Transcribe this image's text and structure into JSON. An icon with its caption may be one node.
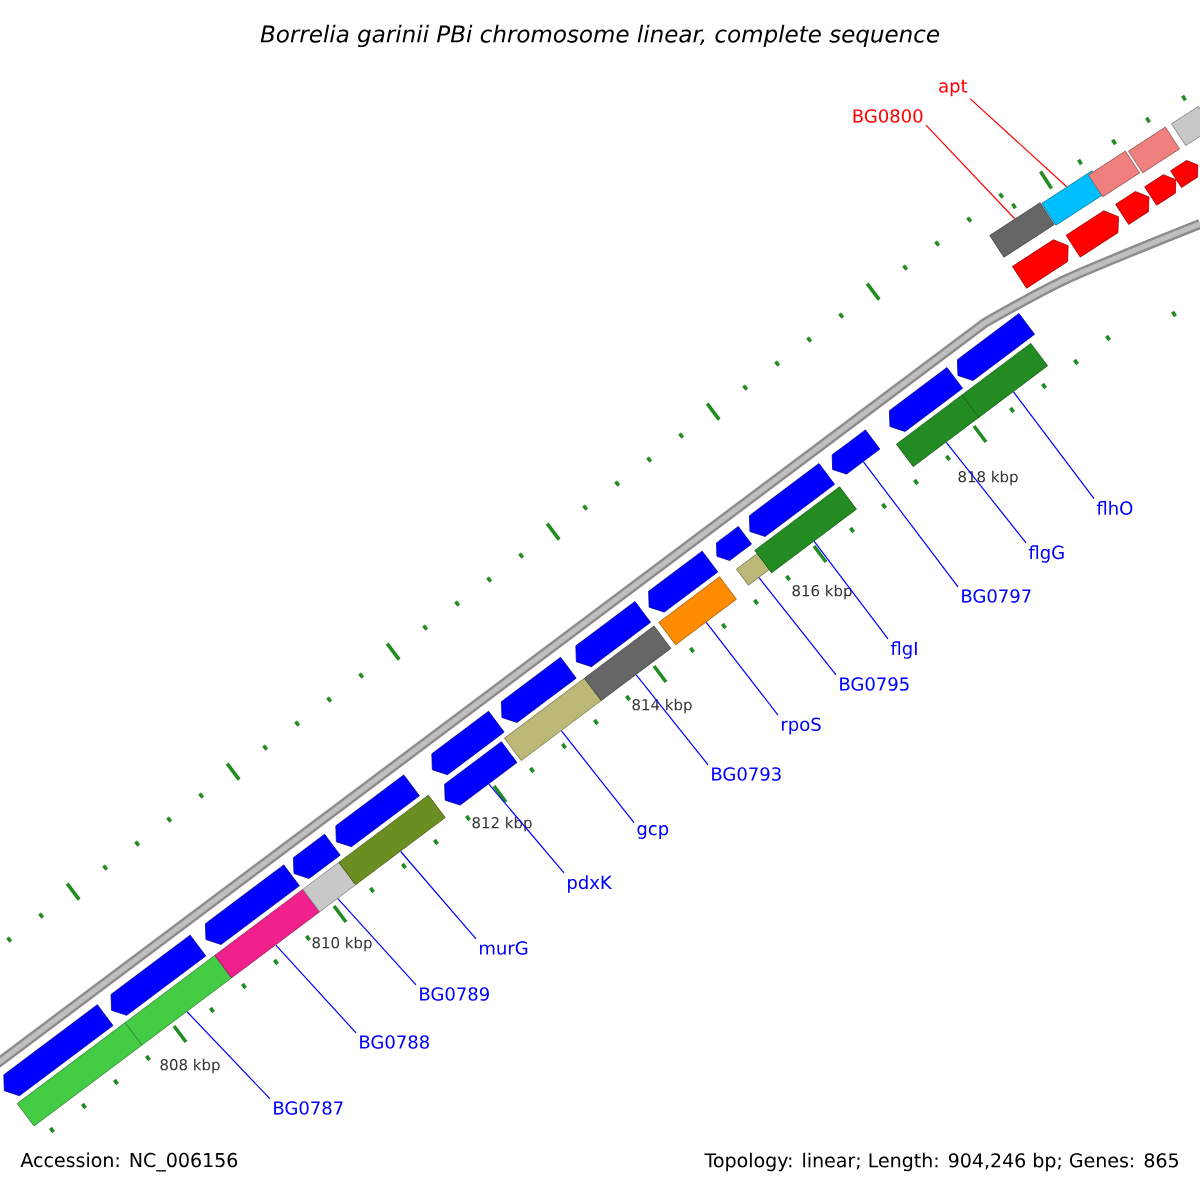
{
  "diagram": {
    "title": "Borrelia garinii PBi chromosome linear, complete sequence",
    "nodes": [
      {
        "text": [
          "apt"
        ]
      },
      {
        "text": [
          "BG0800"
        ]
      },
      {
        "text": [
          "flhO"
        ]
      },
      {
        "text": [
          "flgG"
        ]
      },
      {
        "text": [
          "BG0797"
        ]
      },
      {
        "text": [
          "flgI"
        ]
      },
      {
        "text": [
          "BG0795"
        ]
      },
      {
        "text": [
          "rpoS"
        ]
      },
      {
        "text": [
          "BG0793"
        ]
      },
      {
        "text": [
          "gcp"
        ]
      },
      {
        "text": [
          "pdxK"
        ]
      },
      {
        "text": [
          "murG"
        ]
      },
      {
        "text": [
          "BG0789"
        ]
      },
      {
        "text": [
          "BG0788"
        ]
      },
      {
        "text": [
          "BG0787"
        ]
      },
      {
        "text": [],
        "shape": "bar"
      },
      {
        "text": [],
        "shape": "arrow"
      },
      {
        "text": [],
        "shape": "bar"
      },
      {
        "text": [],
        "shape": "arrow"
      },
      {
        "text": [],
        "shape": "bar"
      },
      {
        "text": [],
        "shape": "arrow"
      },
      {
        "text": [],
        "shape": "bar"
      },
      {
        "text": [],
        "shape": "arrow"
      },
      {
        "text": [],
        "shape": "bar"
      },
      {
        "text": [],
        "shape": "arrow"
      },
      {
        "text": [],
        "shape": "arrow"
      },
      {
        "text": [],
        "shape": "arrow"
      },
      {
        "text": [],
        "shape": "bar"
      },
      {
        "text": [],
        "shape": "arrow"
      },
      {
        "text": [],
        "shape": "bar"
      },
      {
        "text": [],
        "shape": "arrow"
      },
      {
        "text": [],
        "shape": "bar"
      },
      {
        "text": [],
        "shape": "arrow"
      },
      {
        "text": [],
        "shape": "arrow"
      },
      {
        "text": [],
        "shape": "bar"
      },
      {
        "text": [],
        "shape": "bar"
      },
      {
        "text": [],
        "shape": "arrow"
      },
      {
        "text": [],
        "shape": "arrow"
      },
      {
        "text": [],
        "shape": "bar"
      },
      {
        "text": [],
        "shape": "arrow"
      },
      {
        "text": [],
        "shape": "bar"
      },
      {
        "text": [],
        "shape": "arrow"
      },
      {
        "text": [],
        "shape": "bar"
      },
      {
        "text": [],
        "shape": "arrow"
      },
      {
        "text": [],
        "shape": "bar"
      },
      {
        "text": [],
        "shape": "arrow"
      },
      {
        "text": [],
        "shape": "bar"
      },
      {
        "text": [],
        "shape": "arrow"
      },
      {
        "text": [],
        "shape": "bar"
      },
      {
        "text": [],
        "shape": "arrow"
      },
      {
        "text": [],
        "shape": "arrow"
      },
      {
        "text": [],
        "shape": "bar"
      }
    ],
    "edges": [
      {
        "from": 0,
        "to": 44,
        "arrow": "none",
        "color": "#ff0000"
      },
      {
        "from": 1,
        "to": 42,
        "arrow": "none",
        "color": "#ff0000"
      },
      {
        "from": 2,
        "to": 40,
        "arrow": "none"
      },
      {
        "from": 3,
        "to": 38,
        "arrow": "none"
      },
      {
        "from": 4,
        "to": 37,
        "arrow": "none"
      },
      {
        "from": 5,
        "to": 35,
        "arrow": "none"
      },
      {
        "from": 6,
        "to": 34,
        "arrow": "none"
      },
      {
        "from": 7,
        "to": 31,
        "arrow": "none"
      },
      {
        "from": 8,
        "to": 29,
        "arrow": "none"
      },
      {
        "from": 9,
        "to": 27,
        "arrow": "none"
      },
      {
        "from": 10,
        "to": 25,
        "arrow": "none"
      },
      {
        "from": 11,
        "to": 23,
        "arrow": "none"
      },
      {
        "from": 12,
        "to": 21,
        "arrow": "none"
      },
      {
        "from": 13,
        "to": 19,
        "arrow": "none"
      },
      {
        "from": 14,
        "to": 17,
        "arrow": "none"
      }
    ],
    "labels": [
      "818 kbp",
      "816 kbp",
      "814 kbp",
      "812 kbp",
      "810 kbp",
      "808 kbp",
      "Accession: NC_006156",
      "Topology: linear; Length: 904,246 bp; Genes: 865"
    ]
  }
}
